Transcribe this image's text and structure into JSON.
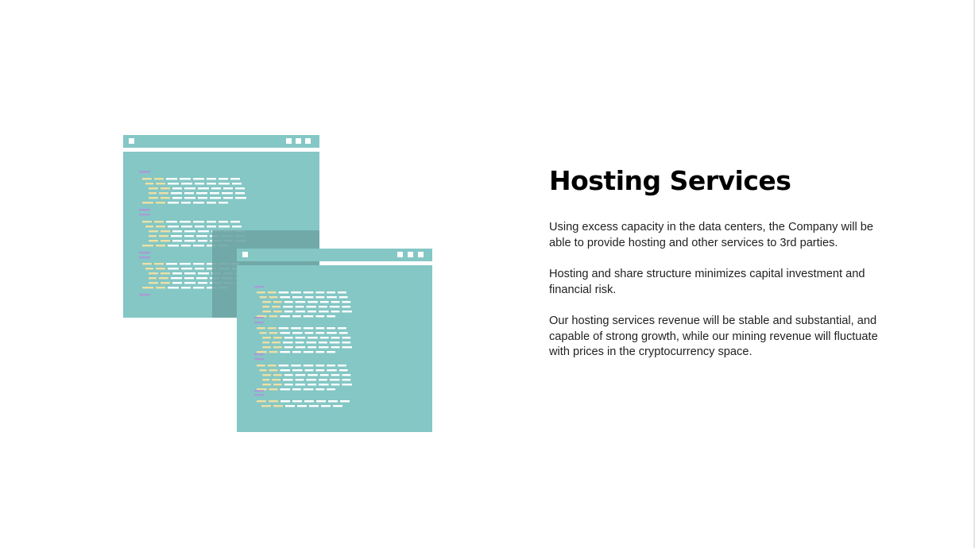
{
  "slide": {
    "title": "Hosting Services",
    "paragraphs": [
      "Using excess capacity in the data centers, the Company will be able to provide hosting and other services to 3rd parties.",
      "Hosting and share structure minimizes capital investment and financial risk.",
      "Our hosting services revenue will be stable and substantial, and capable of strong growth, while our mining revenue will fluctuate with prices in the cryptocurrency space."
    ]
  },
  "illustration": {
    "icon": "code-windows-icon",
    "colors": {
      "window": "#84c7c5",
      "shadow": "#6fa5a4",
      "code_white": "#ffffff",
      "code_yellow": "#eee0a4",
      "code_purple": "#a99bd6",
      "code_gray": "#b6c4c3"
    }
  }
}
